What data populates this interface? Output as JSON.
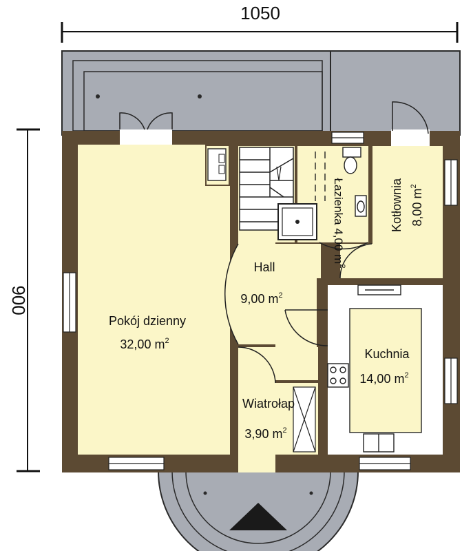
{
  "dimensions": {
    "width": "1050",
    "height": "900"
  },
  "rooms": [
    {
      "id": "pokoj",
      "name": "Pokój dzienny",
      "area": "32,00 m",
      "sup": "2"
    },
    {
      "id": "hall",
      "name": "Hall",
      "area": "9,00 m",
      "sup": "2"
    },
    {
      "id": "kuchnia",
      "name": "Kuchnia",
      "area": "14,00 m",
      "sup": "2"
    },
    {
      "id": "wiatrolap",
      "name": "Wiatrołap",
      "area": "3,90 m",
      "sup": "2"
    },
    {
      "id": "kotlownia",
      "name": "Kotłownia",
      "area": "8,00 m",
      "sup": "2"
    },
    {
      "id": "lazienka",
      "name": "Łazienka",
      "area": "4,00 m",
      "sup": "2"
    }
  ],
  "colors": {
    "wall": "#5c4a33",
    "floor": "#fbf6c8",
    "terrace": "#a8acb4",
    "terrace_line": "#2a2a2a",
    "white": "#ffffff"
  }
}
